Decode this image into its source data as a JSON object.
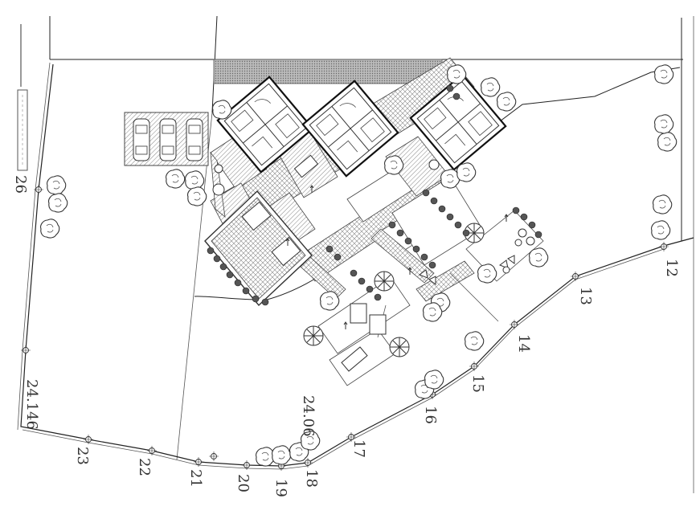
{
  "plan": {
    "boundary_labels": [
      "12",
      "13",
      "14",
      "15",
      "16",
      "17",
      "18",
      "19",
      "20",
      "21",
      "22",
      "23",
      "24.146",
      "24.06",
      "26"
    ],
    "colors": {
      "ink": "#222222",
      "hatch": "#777777",
      "label": "#333333",
      "background": "#ffffff"
    },
    "icons": [
      "tree-symbol",
      "shrub-symbol",
      "parking-space-symbol",
      "house-footprint-symbol",
      "survey-point-symbol"
    ]
  }
}
